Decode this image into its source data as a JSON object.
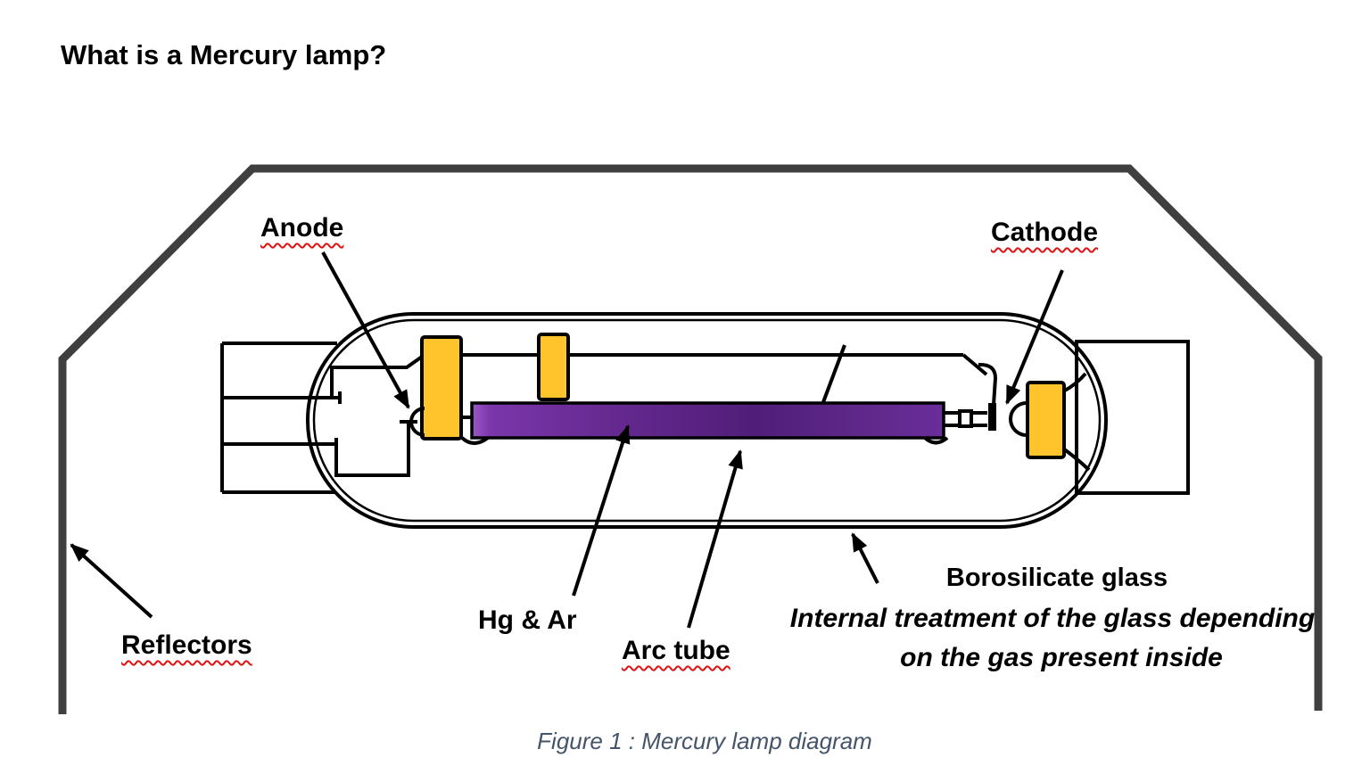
{
  "header": {
    "title": "What is a Mercury lamp?"
  },
  "figure": {
    "caption": "Figure 1 : Mercury lamp diagram"
  },
  "labels": {
    "anode": "Anode",
    "cathode": "Cathode",
    "hg_ar": "Hg & Ar",
    "arc_tube": "Arc tube",
    "borosilicate": "Borosilicate glass",
    "internal_treatment_line1": "Internal treatment of the glass depending",
    "internal_treatment_line2": "on the gas present inside",
    "reflectors": "Reflectors"
  },
  "colors": {
    "arc_tube_purple": "#6a2d9c",
    "electrode_support_yellow": "#ffc42c",
    "reflector_gray": "#3f3f3f",
    "outline_black": "#000000",
    "spellcheck_red": "#e01212",
    "caption_blue": "#44546a"
  }
}
